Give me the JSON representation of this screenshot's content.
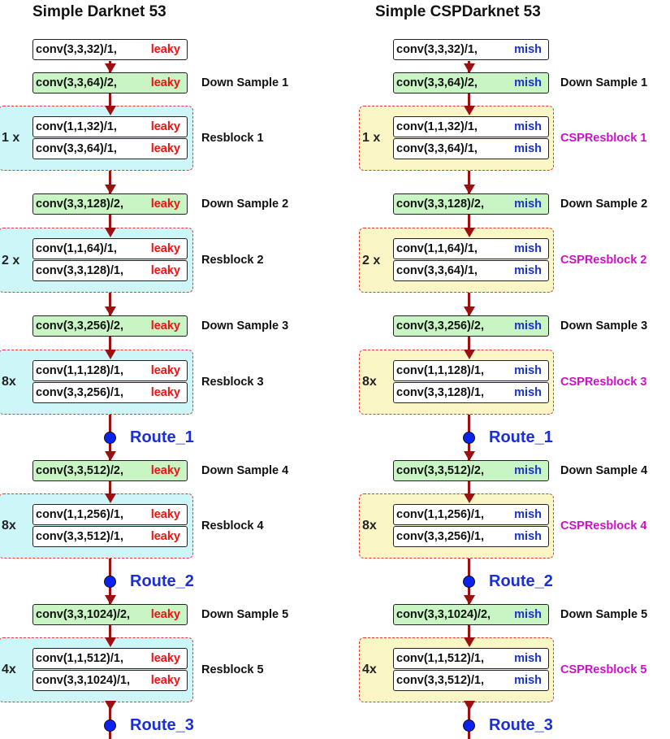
{
  "colors": {
    "arrow": "#9b1010",
    "leaky": "#ee1111",
    "mish": "#1a33cc",
    "route": "#1a2fd8",
    "csp_label": "#d010c8",
    "downsample_fill": "#c9f5c5",
    "resblock_fill_left": "#cdf6f9",
    "resblock_fill_right": "#fbf6c6",
    "dashed_border": "#ee3333"
  },
  "left": {
    "title": "Simple Darknet 53",
    "first_conv": {
      "text": "conv(3,3,32)/1,",
      "act": "leaky"
    },
    "stages": [
      {
        "down": {
          "text": "conv(3,3,64)/2,",
          "act": "leaky",
          "label": "Down Sample 1"
        },
        "res": {
          "repeat": "1 x",
          "label": "Resblock 1",
          "convs": [
            {
              "text": "conv(1,1,32)/1,",
              "act": "leaky"
            },
            {
              "text": "conv(3,3,64)/1,",
              "act": "leaky"
            }
          ]
        }
      },
      {
        "down": {
          "text": "conv(3,3,128)/2,",
          "act": "leaky",
          "label": "Down Sample 2"
        },
        "res": {
          "repeat": "2 x",
          "label": "Resblock 2",
          "convs": [
            {
              "text": "conv(1,1,64)/1,",
              "act": "leaky"
            },
            {
              "text": "conv(3,3,128)/1,",
              "act": "leaky"
            }
          ]
        }
      },
      {
        "down": {
          "text": "conv(3,3,256)/2,",
          "act": "leaky",
          "label": "Down Sample 3"
        },
        "res": {
          "repeat": "8x",
          "label": "Resblock 3",
          "convs": [
            {
              "text": "conv(1,1,128)/1,",
              "act": "leaky"
            },
            {
              "text": "conv(3,3,256)/1,",
              "act": "leaky"
            }
          ]
        },
        "route": "Route_1"
      },
      {
        "down": {
          "text": "conv(3,3,512)/2,",
          "act": "leaky",
          "label": "Down Sample 4"
        },
        "res": {
          "repeat": "8x",
          "label": "Resblock 4",
          "convs": [
            {
              "text": "conv(1,1,256)/1,",
              "act": "leaky"
            },
            {
              "text": "conv(3,3,512)/1,",
              "act": "leaky"
            }
          ]
        },
        "route": "Route_2"
      },
      {
        "down": {
          "text": "conv(3,3,1024)/2,",
          "act": "leaky",
          "label": "Down Sample 5"
        },
        "res": {
          "repeat": "4x",
          "label": "Resblock 5",
          "convs": [
            {
              "text": "conv(1,1,512)/1,",
              "act": "leaky"
            },
            {
              "text": "conv(3,3,1024)/1,",
              "act": "leaky"
            }
          ]
        },
        "route": "Route_3"
      }
    ]
  },
  "right": {
    "title": "Simple CSPDarknet 53",
    "first_conv": {
      "text": "conv(3,3,32)/1,",
      "act": "mish"
    },
    "stages": [
      {
        "down": {
          "text": "conv(3,3,64)/2,",
          "act": "mish",
          "label": "Down Sample 1"
        },
        "res": {
          "repeat": "1 x",
          "label": "CSPResblock  1",
          "convs": [
            {
              "text": "conv(1,1,32)/1,",
              "act": "mish"
            },
            {
              "text": "conv(3,3,64)/1,",
              "act": "mish"
            }
          ]
        }
      },
      {
        "down": {
          "text": "conv(3,3,128)/2,",
          "act": "mish",
          "label": "Down Sample 2"
        },
        "res": {
          "repeat": "2 x",
          "label": "CSPResblock 2",
          "convs": [
            {
              "text": "conv(1,1,64)/1,",
              "act": "mish"
            },
            {
              "text": "conv(3,3,64)/1,",
              "act": "mish"
            }
          ]
        }
      },
      {
        "down": {
          "text": "conv(3,3,256)/2,",
          "act": "mish",
          "label": "Down Sample 3"
        },
        "res": {
          "repeat": "8x",
          "label": "CSPResblock 3",
          "convs": [
            {
              "text": "conv(1,1,128)/1,",
              "act": "mish"
            },
            {
              "text": "conv(3,3,128)/1,",
              "act": "mish"
            }
          ]
        },
        "route": "Route_1"
      },
      {
        "down": {
          "text": "conv(3,3,512)/2,",
          "act": "mish",
          "label": "Down Sample 4"
        },
        "res": {
          "repeat": "8x",
          "label": "CSPResblock 4",
          "convs": [
            {
              "text": "conv(1,1,256)/1,",
              "act": "mish"
            },
            {
              "text": "conv(3,3,256)/1,",
              "act": "mish"
            }
          ]
        },
        "route": "Route_2"
      },
      {
        "down": {
          "text": "conv(3,3,1024)/2,",
          "act": "mish",
          "label": "Down Sample 5"
        },
        "res": {
          "repeat": "4x",
          "label": "CSPResblock 5",
          "convs": [
            {
              "text": "conv(1,1,512)/1,",
              "act": "mish"
            },
            {
              "text": "conv(3,3,512)/1,",
              "act": "mish"
            }
          ]
        },
        "route": "Route_3"
      }
    ]
  }
}
